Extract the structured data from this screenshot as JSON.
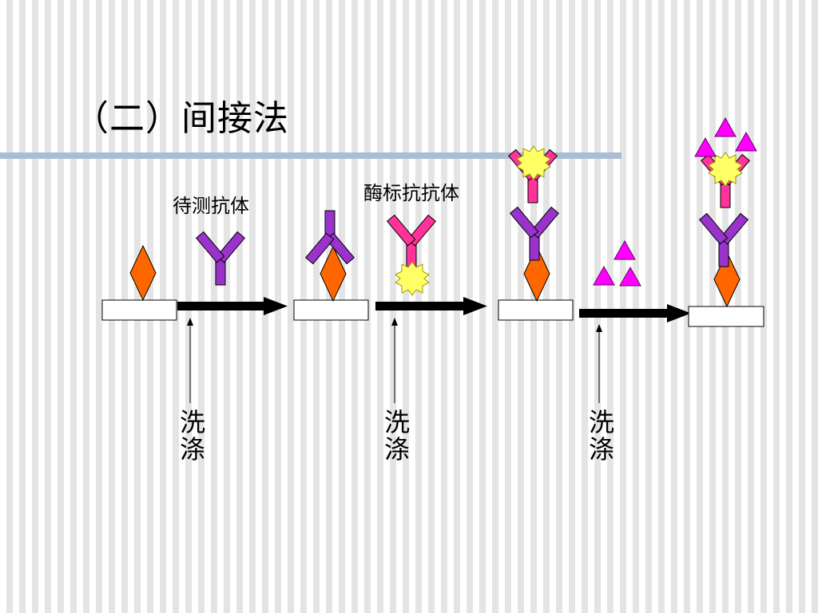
{
  "title": "（二）间接法",
  "labels": {
    "antibody_to_test": "待测抗体",
    "enzyme_labeled_antibody": "酶标抗抗体"
  },
  "wash_steps": [
    {
      "line1": "洗",
      "line2": "涤"
    },
    {
      "line1": "洗",
      "line2": "涤"
    },
    {
      "line1": "洗",
      "line2": "涤"
    }
  ],
  "colors": {
    "antigen": "#ff6600",
    "primary_antibody": "#9933cc",
    "secondary_antibody": "#ff3399",
    "enzyme": "#ffff66",
    "substrate": "#ff00ff",
    "title_rule": "#a9bdd4"
  }
}
